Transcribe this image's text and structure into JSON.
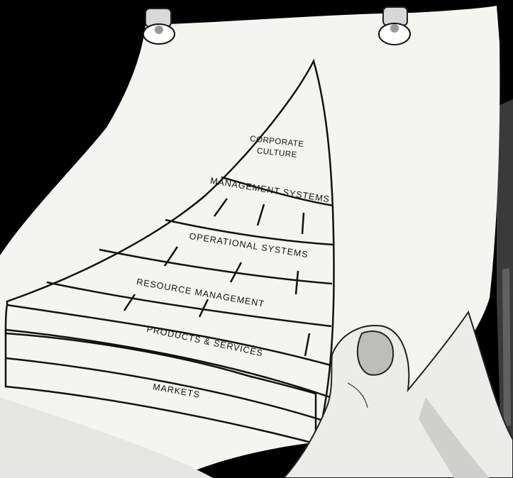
{
  "pyramid": {
    "levels": [
      {
        "name": "corporate-culture",
        "lines": [
          "CORPORATE",
          "CULTURE"
        ]
      },
      {
        "name": "management-systems",
        "lines": [
          "MANAGEMENT SYSTEMS"
        ]
      },
      {
        "name": "operational-systems",
        "lines": [
          "OPERATIONAL SYSTEMS"
        ]
      },
      {
        "name": "resource-management",
        "lines": [
          "RESOURCE MANAGEMENT"
        ]
      },
      {
        "name": "products-services",
        "lines": [
          "PRODUCTS & SERVICES"
        ]
      },
      {
        "name": "markets",
        "lines": [
          "MARKETS"
        ]
      }
    ]
  },
  "colors": {
    "background": "#000000",
    "paper": "#f4f4f0",
    "ink": "#111111",
    "skin": "#e9e9e6"
  }
}
